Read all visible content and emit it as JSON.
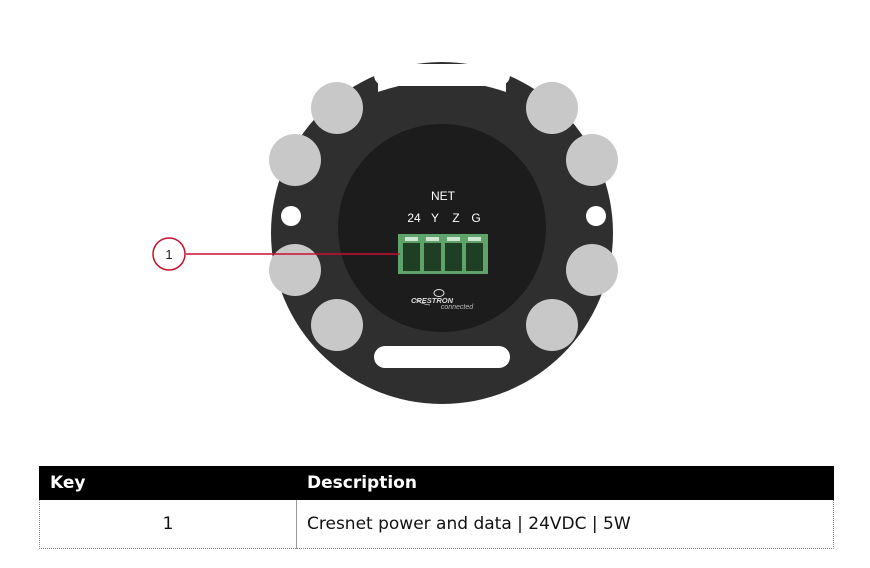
{
  "figure": {
    "net_label": "NET",
    "pin_labels": [
      "24",
      "Y",
      "Z",
      "G"
    ],
    "callout_number": "1",
    "logo_text": "CRESTRON",
    "logo_subtext": "connected",
    "colors": {
      "body": "#2f2f2f",
      "center": "#1c1c1c",
      "pads": "#c8c8c8",
      "connector": "#5fa36a",
      "callout": "#c8102e"
    }
  },
  "table": {
    "headers": [
      "Key",
      "Description"
    ],
    "rows": [
      {
        "key": "1",
        "description": "Cresnet power and data | 24VDC | 5W"
      }
    ]
  }
}
